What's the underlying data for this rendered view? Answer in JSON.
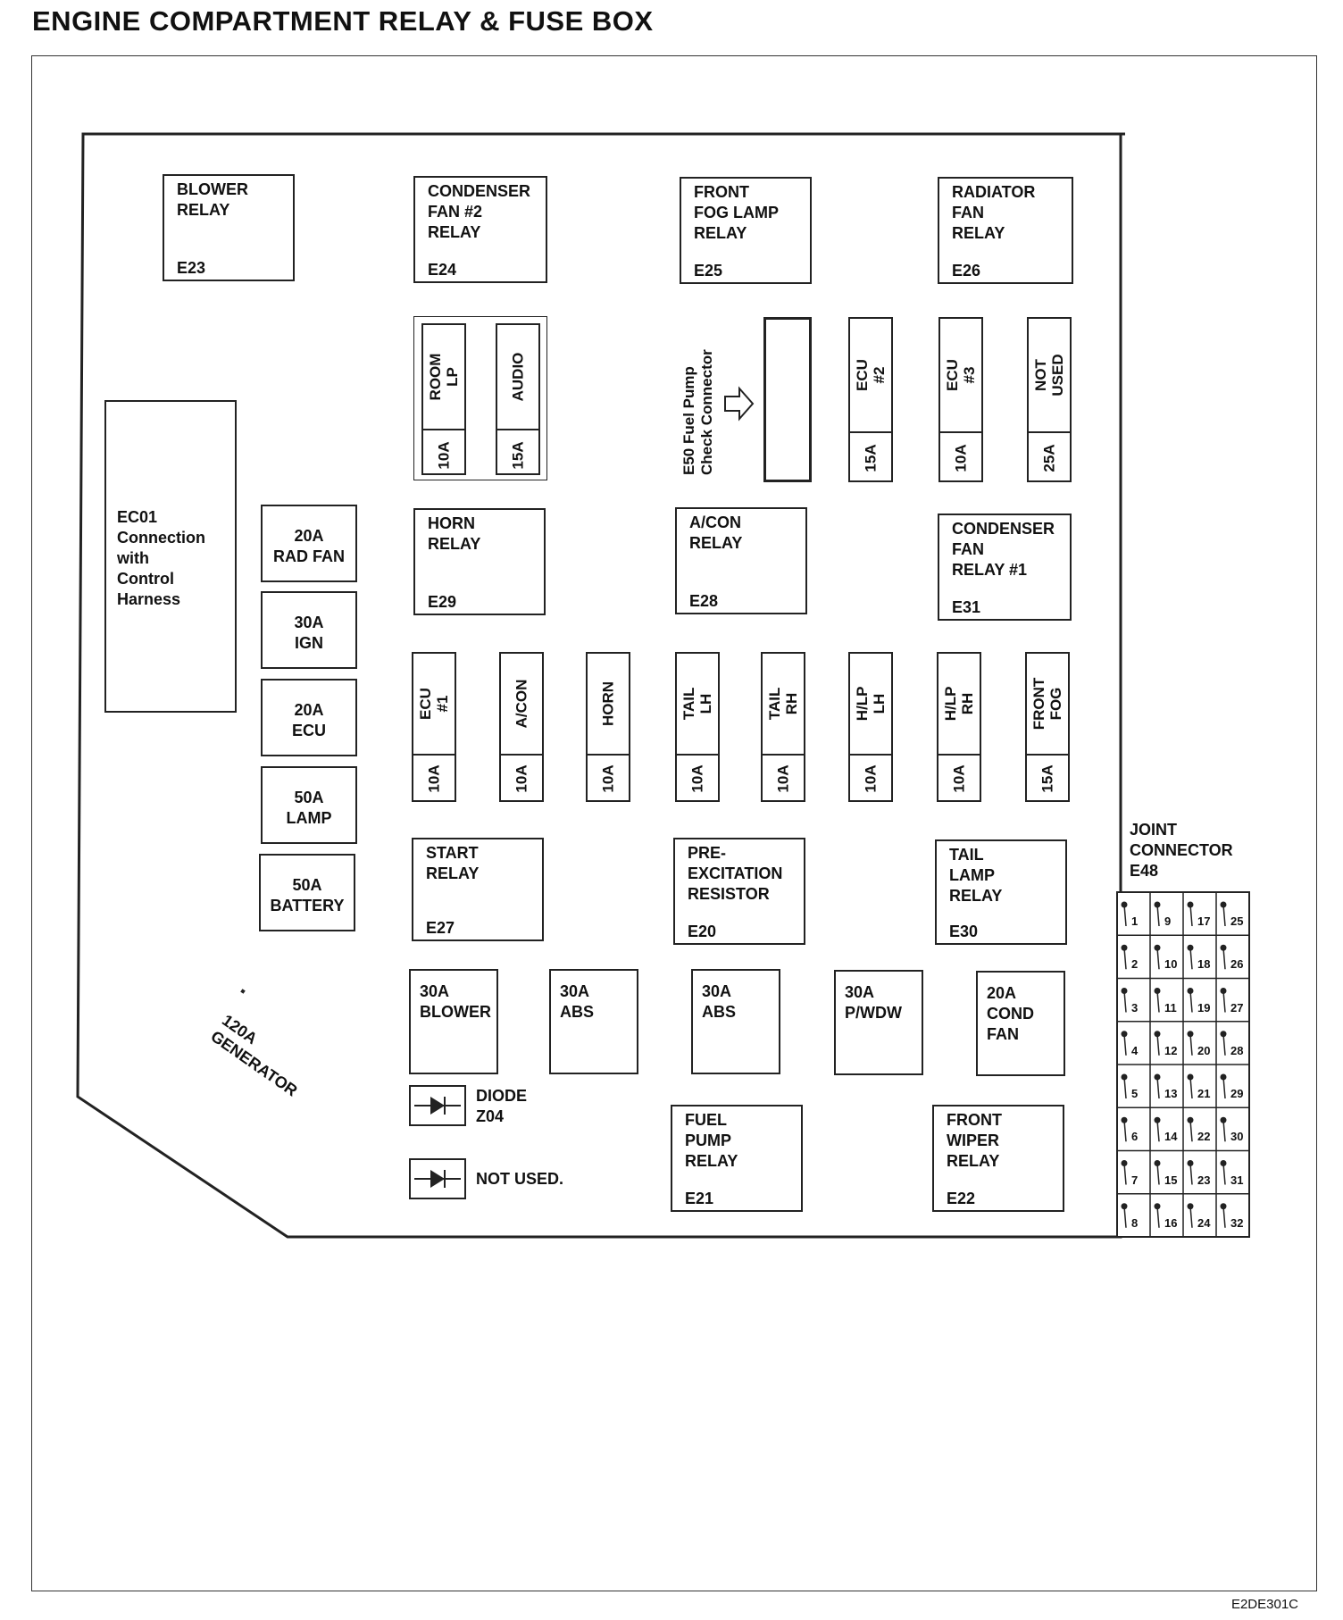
{
  "title": "ENGINE COMPARTMENT RELAY & FUSE BOX",
  "figure_code": "E2DE301C",
  "ec01": {
    "label": "EC01\nConnection\nwith\nControl\nHarness"
  },
  "relays": [
    {
      "label": "BLOWER\nRELAY",
      "id": "E23"
    },
    {
      "label": "CONDENSER\nFAN #2\nRELAY",
      "id": "E24"
    },
    {
      "label": "FRONT\nFOG LAMP\nRELAY",
      "id": "E25"
    },
    {
      "label": "RADIATOR\nFAN\nRELAY",
      "id": "E26"
    },
    {
      "label": "HORN\nRELAY",
      "id": "E29"
    },
    {
      "label": "A/CON\nRELAY",
      "id": "E28"
    },
    {
      "label": "CONDENSER\nFAN\nRELAY #1",
      "id": "E31"
    },
    {
      "label": "START\nRELAY",
      "id": "E27"
    },
    {
      "label": "PRE-\nEXCITATION\nRESISTOR",
      "id": "E20"
    },
    {
      "label": "TAIL\nLAMP\nRELAY",
      "id": "E30"
    },
    {
      "label": "FUEL\nPUMP\nRELAY",
      "id": "E21"
    },
    {
      "label": "FRONT\nWIPER\nRELAY",
      "id": "E22"
    }
  ],
  "fusible_links": [
    {
      "label": "20A\nRAD FAN"
    },
    {
      "label": "30A\nIGN"
    },
    {
      "label": "20A\nECU"
    },
    {
      "label": "50A\nLAMP"
    },
    {
      "label": "50A\nBATTERY"
    }
  ],
  "generator": {
    "label": "120A\nGENERATOR"
  },
  "large_fuses": [
    {
      "label": "30A\nBLOWER"
    },
    {
      "label": "30A\nABS"
    },
    {
      "label": "30A\nABS"
    },
    {
      "label": "30A\nP/WDW"
    },
    {
      "label": "20A\nCOND\nFAN"
    }
  ],
  "mini_fuses_top": [
    {
      "name": "ROOM LP",
      "rating": "10A"
    },
    {
      "name": "AUDIO",
      "rating": "15A"
    },
    {
      "name": "ECU #2",
      "rating": "15A"
    },
    {
      "name": "ECU #3",
      "rating": "10A"
    },
    {
      "name": "NOT USED",
      "rating": "25A"
    }
  ],
  "mini_fuses_bottom": [
    {
      "name": "ECU #1",
      "rating": "10A"
    },
    {
      "name": "A/CON",
      "rating": "10A"
    },
    {
      "name": "HORN",
      "rating": "10A"
    },
    {
      "name": "TAIL LH",
      "rating": "10A"
    },
    {
      "name": "TAIL RH",
      "rating": "10A"
    },
    {
      "name": "H/LP LH",
      "rating": "10A"
    },
    {
      "name": "H/LP RH",
      "rating": "10A"
    },
    {
      "name": "FRONT\nFOG",
      "rating": "15A"
    }
  ],
  "e50": {
    "label": "E50 Fuel Pump\nCheck Connector"
  },
  "diodes": [
    {
      "label": "DIODE\nZ04"
    },
    {
      "label": "NOT  USED."
    }
  ],
  "joint_connector": {
    "label": "JOINT\nCONNECTOR\nE48",
    "pins": [
      "1",
      "2",
      "3",
      "4",
      "5",
      "6",
      "7",
      "8",
      "9",
      "10",
      "11",
      "12",
      "13",
      "14",
      "15",
      "16",
      "17",
      "18",
      "19",
      "20",
      "21",
      "22",
      "23",
      "24",
      "25",
      "26",
      "27",
      "28",
      "29",
      "30",
      "31",
      "32"
    ]
  }
}
